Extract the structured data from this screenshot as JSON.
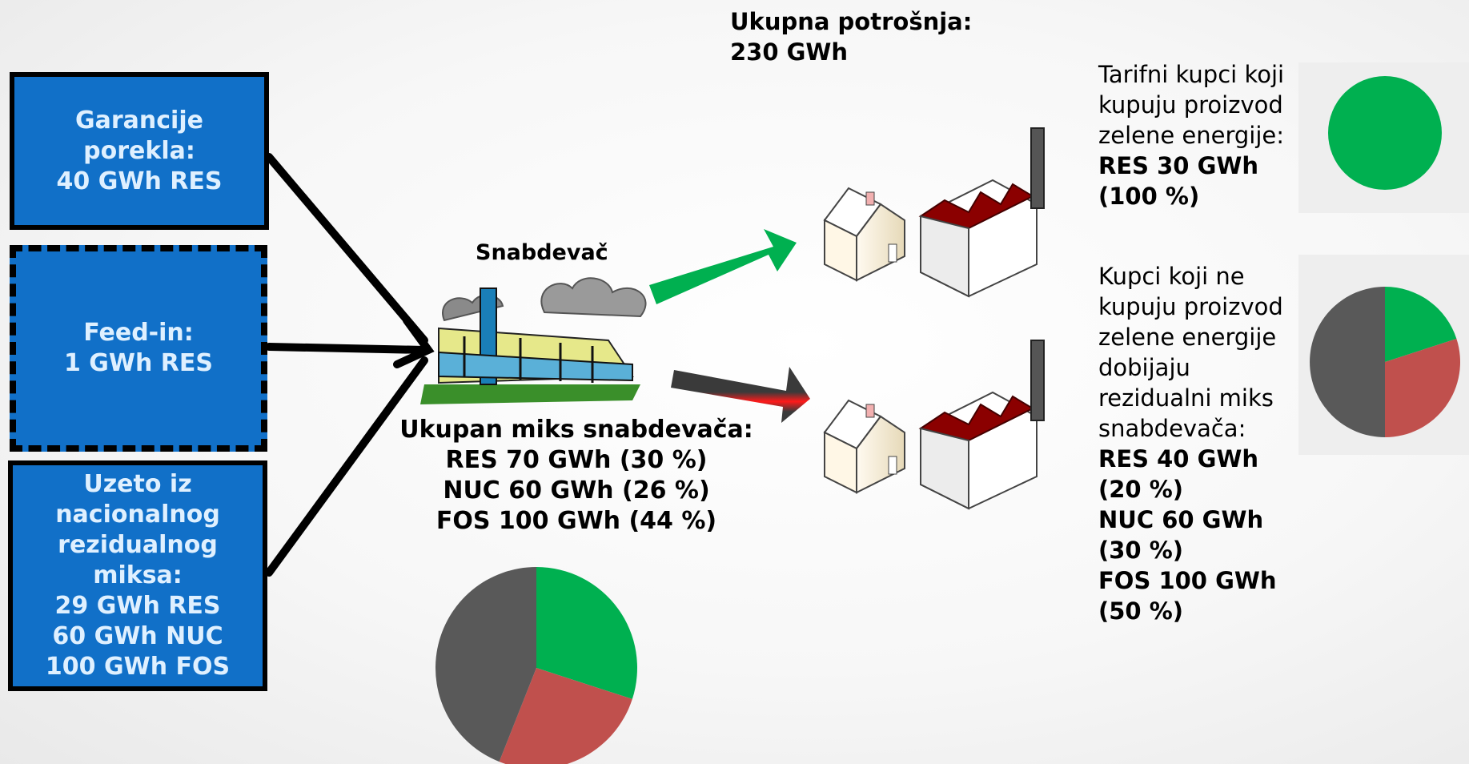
{
  "boxes": {
    "guarantees": "Garancije\nporekla:\n40 GWh RES",
    "feedin": "Feed-in:\n1 GWh RES",
    "residual": "Uzeto iz\nnacionalnog\nrezidualnog\nmiksa:\n29 GWh RES\n60 GWh NUC\n100 GWh FOS"
  },
  "supplier": {
    "label": "Snabdevač",
    "mix_title": "Ukupan miks snabdevača:",
    "mix_lines": [
      "RES 70 GWh (30 %)",
      "NUC 60 GWh (26 %)",
      "FOS 100 GWh (44 %)"
    ]
  },
  "total": {
    "line1": "Ukupna potrošnja:",
    "line2": "230 GWh"
  },
  "green_customers": {
    "lines": [
      "Tarifni kupci koji",
      "kupuju proizvod",
      "zelene energije:"
    ],
    "bold_lines": [
      "RES 30 GWh",
      "(100 %)"
    ]
  },
  "other_customers": {
    "lines": [
      "Kupci koji ne",
      "kupuju proizvod",
      "zelene energije",
      "dobijaju",
      "rezidualni miks",
      "snabdevača:"
    ],
    "bold_lines": [
      "RES 40 GWh",
      "(20 %)",
      "NUC 60 GWh",
      "(30 %)",
      "FOS 100 GWh",
      "(50 %)"
    ]
  },
  "colors": {
    "box_blue": "#1170c8",
    "res_green": "#00b050",
    "nuc_red": "#c0504d",
    "fos_gray": "#595959",
    "roof_red": "#8b0000"
  },
  "chart_data": [
    {
      "type": "pie",
      "categories": [
        "RES",
        "NUC",
        "FOS"
      ],
      "values": [
        30,
        26,
        44
      ]
    },
    {
      "type": "pie",
      "categories": [
        "RES"
      ],
      "values": [
        100
      ]
    },
    {
      "type": "pie",
      "categories": [
        "RES",
        "NUC",
        "FOS"
      ],
      "values": [
        20,
        30,
        50
      ]
    }
  ]
}
